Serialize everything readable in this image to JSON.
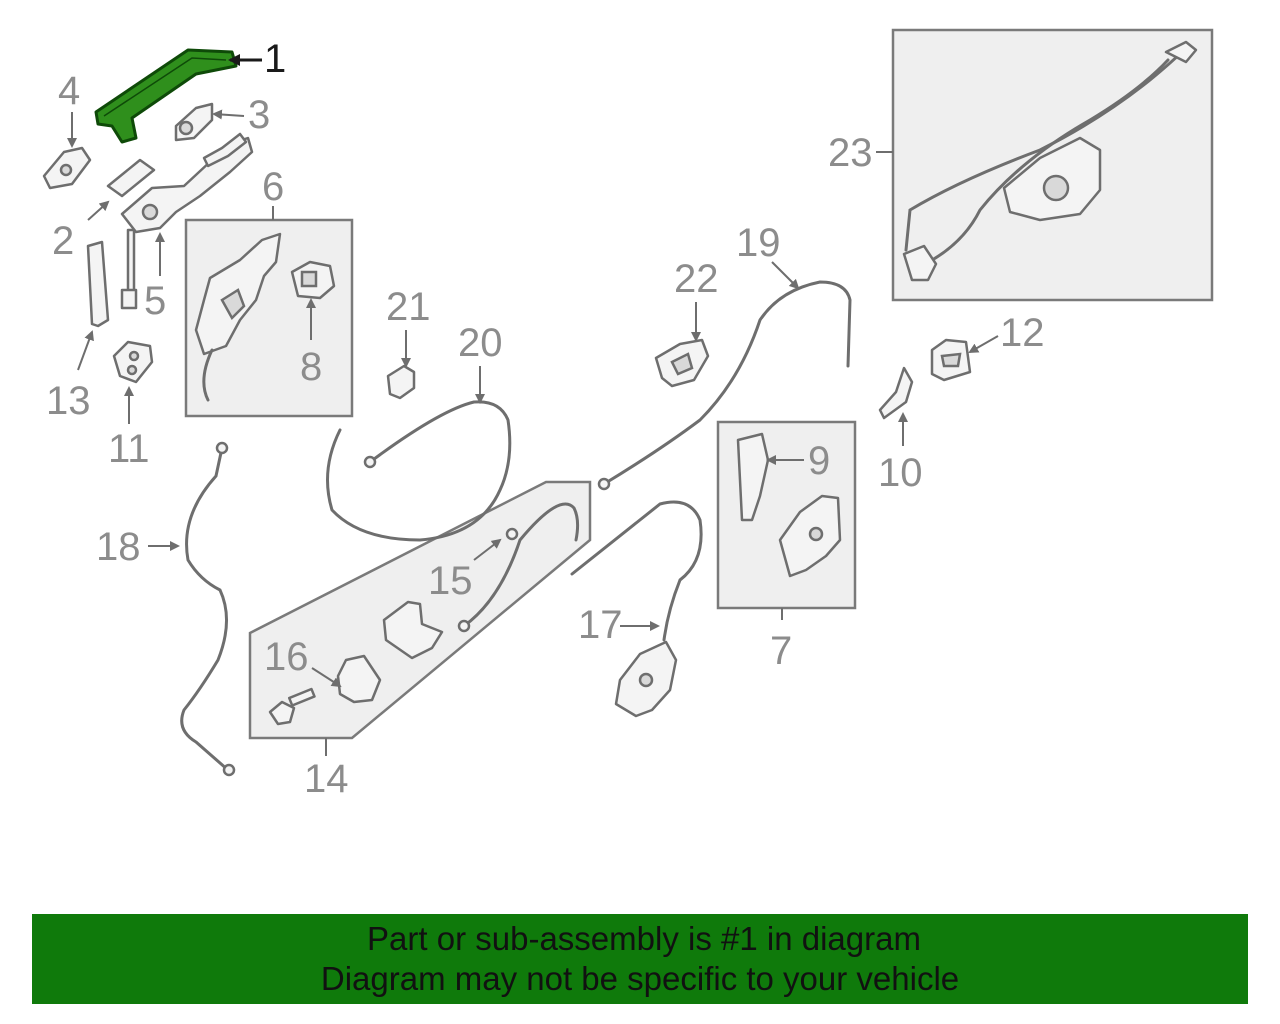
{
  "diagram": {
    "callouts": [
      {
        "id": "1",
        "label": "1"
      },
      {
        "id": "2",
        "label": "2"
      },
      {
        "id": "3",
        "label": "3"
      },
      {
        "id": "4",
        "label": "4"
      },
      {
        "id": "5",
        "label": "5"
      },
      {
        "id": "6",
        "label": "6"
      },
      {
        "id": "7",
        "label": "7"
      },
      {
        "id": "8",
        "label": "8"
      },
      {
        "id": "9",
        "label": "9"
      },
      {
        "id": "10",
        "label": "10"
      },
      {
        "id": "11",
        "label": "11"
      },
      {
        "id": "12",
        "label": "12"
      },
      {
        "id": "13",
        "label": "13"
      },
      {
        "id": "14",
        "label": "14"
      },
      {
        "id": "15",
        "label": "15"
      },
      {
        "id": "16",
        "label": "16"
      },
      {
        "id": "17",
        "label": "17"
      },
      {
        "id": "18",
        "label": "18"
      },
      {
        "id": "19",
        "label": "19"
      },
      {
        "id": "20",
        "label": "20"
      },
      {
        "id": "21",
        "label": "21"
      },
      {
        "id": "22",
        "label": "22"
      },
      {
        "id": "23",
        "label": "23"
      }
    ],
    "highlighted_part": "1",
    "colors": {
      "highlight": "#2f8f1c",
      "banner": "#0f7a0b",
      "line_art": "#6e6e6e",
      "callout_text": "#8c8c8c"
    }
  },
  "banner": {
    "line1": "Part or sub-assembly is #1 in diagram",
    "line2": "Diagram may not be specific to your vehicle"
  }
}
